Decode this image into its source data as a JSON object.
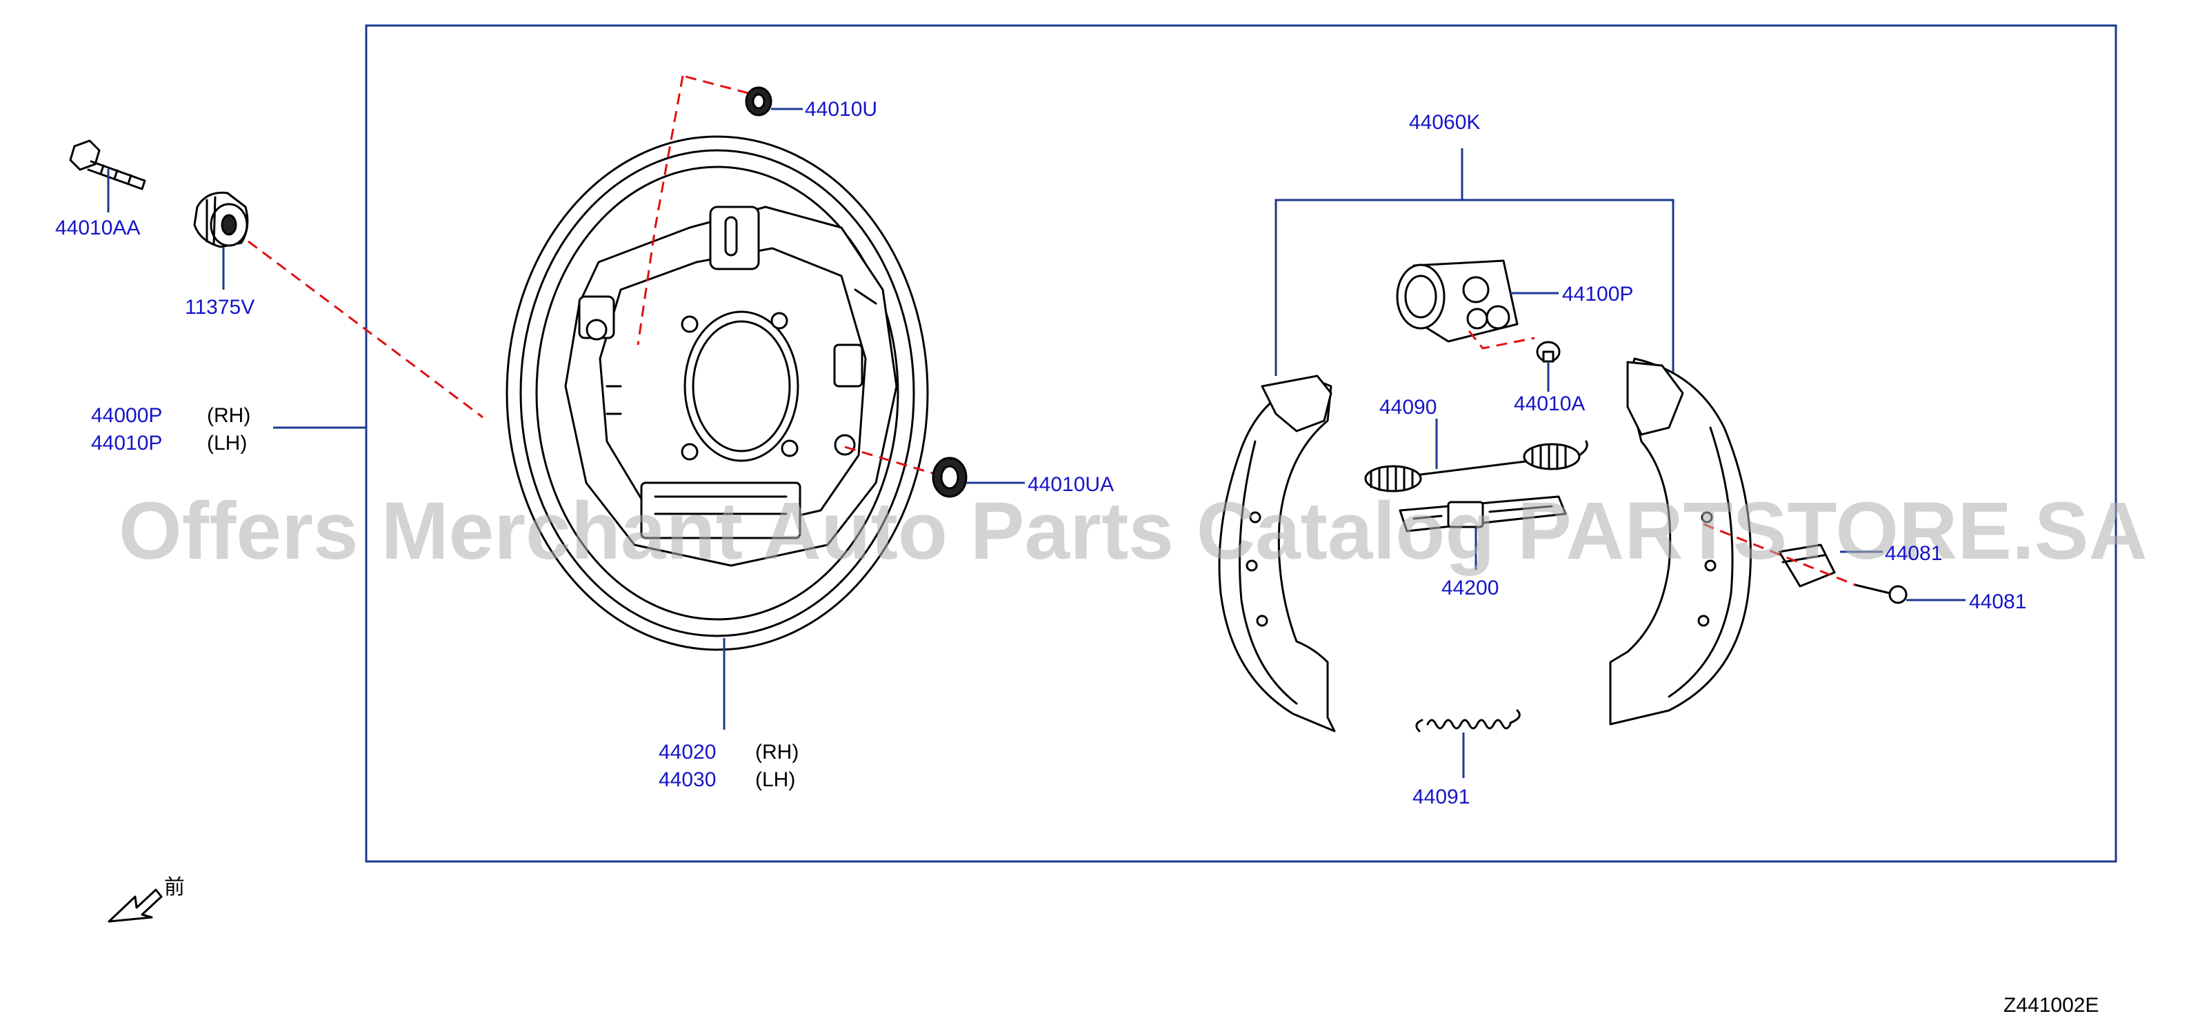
{
  "diagram_id": "Z441002E",
  "front_label": "前",
  "watermark": "Offers Merchant Auto Parts Catalog PARTSTORE.SA",
  "colors": {
    "part_number": "#1414c8",
    "frame": "#1a3a8f",
    "dash": "#e01010",
    "watermark": "#b0b0b0"
  },
  "parts": {
    "p44010AA": "44010AA",
    "p11375V": "11375V",
    "p44000P": "44000P",
    "p44000P_side": "(RH)",
    "p44010P": "44010P",
    "p44010P_side": "(LH)",
    "p44010U": "44010U",
    "p44010UA": "44010UA",
    "p44020": "44020",
    "p44020_side": "(RH)",
    "p44030": "44030",
    "p44030_side": "(LH)",
    "p44060K": "44060K",
    "p44100P": "44100P",
    "p44010A": "44010A",
    "p44090": "44090",
    "p44200": "44200",
    "p44091": "44091",
    "p44081": "44081",
    "p44081_partial": "44081"
  }
}
